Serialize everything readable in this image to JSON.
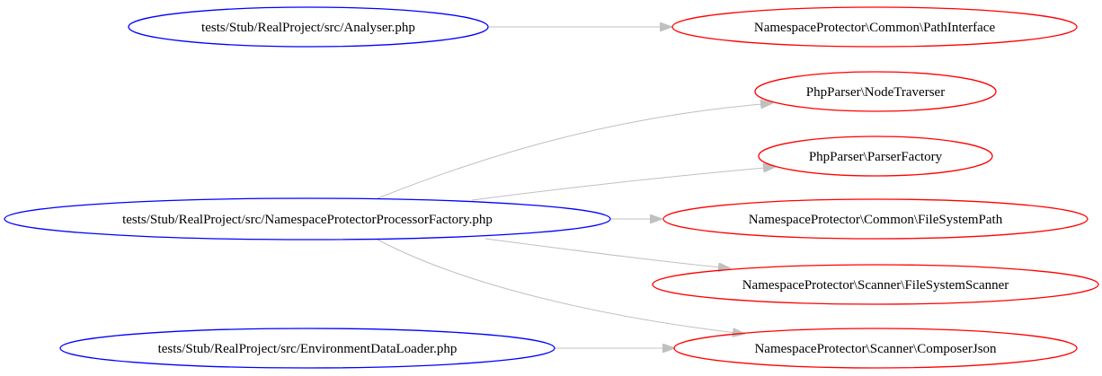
{
  "colors": {
    "source_node": "#0000ff",
    "target_node": "#ff0000",
    "edge": "#c0c0c0",
    "text": "#000000",
    "background": "#ffffff"
  },
  "nodes": [
    {
      "id": "n1",
      "label": "tests/Stub/RealProject/src/Analyser.php",
      "kind": "source"
    },
    {
      "id": "n2",
      "label": "tests/Stub/RealProject/src/NamespaceProtectorProcessorFactory.php",
      "kind": "source"
    },
    {
      "id": "n3",
      "label": "tests/Stub/RealProject/src/EnvironmentDataLoader.php",
      "kind": "source"
    },
    {
      "id": "t1",
      "label": "NamespaceProtector\\Common\\PathInterface",
      "kind": "target"
    },
    {
      "id": "t2",
      "label": "PhpParser\\NodeTraverser",
      "kind": "target"
    },
    {
      "id": "t3",
      "label": "PhpParser\\ParserFactory",
      "kind": "target"
    },
    {
      "id": "t4",
      "label": "NamespaceProtector\\Common\\FileSystemPath",
      "kind": "target"
    },
    {
      "id": "t5",
      "label": "NamespaceProtector\\Scanner\\FileSystemScanner",
      "kind": "target"
    },
    {
      "id": "t6",
      "label": "NamespaceProtector\\Scanner\\ComposerJson",
      "kind": "target"
    }
  ],
  "edges": [
    {
      "from": "n1",
      "to": "t1"
    },
    {
      "from": "n2",
      "to": "t2"
    },
    {
      "from": "n2",
      "to": "t3"
    },
    {
      "from": "n2",
      "to": "t4"
    },
    {
      "from": "n2",
      "to": "t5"
    },
    {
      "from": "n2",
      "to": "t6"
    },
    {
      "from": "n3",
      "to": "t6"
    }
  ]
}
